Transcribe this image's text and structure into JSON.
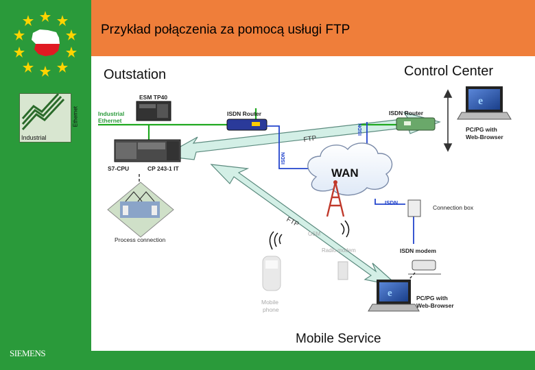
{
  "slide": {
    "title": "Przykład połączenia za pomocą usługi FTP",
    "brand": "SIEMENS",
    "industrial_logo": {
      "label": "Industrial",
      "vertical_label": "Ethernet"
    }
  },
  "diagram": {
    "outstation": "Outstation",
    "control_center": "Control Center",
    "mobile_service": "Mobile Service",
    "esm": "ESM TP40",
    "industrial_ethernet_1": "Industrial",
    "industrial_ethernet_2": "Ethernet",
    "isdn_router_left": "ISDN Router",
    "isdn_router_right": "ISDN Router",
    "s7cpu": "S7-CPU",
    "cp": "CP 243-1 IT",
    "ftp_top": "FTP",
    "ftp_bottom": "FTP",
    "isdn_a": "ISDN",
    "isdn_b": "ISDN",
    "isdn_c": "ISDN",
    "wan": "WAN",
    "gsm": "GSM",
    "radio_modem": "Radio modem",
    "connection_box": "Connection box",
    "isdn_modem": "ISDN modem",
    "pc_top_1": "PC/PG with",
    "pc_top_2": "Web-Browser",
    "pc_bottom_1": "PC/PG with",
    "pc_bottom_2": "Web-Browser",
    "process_connection": "Process connection",
    "mobile_phone_1": "Mobile",
    "mobile_phone_2": "phone"
  },
  "colors": {
    "green": "#2a9a3a",
    "orange": "#ef7e3a",
    "arrow_fill": "#d3efe6",
    "isdn_line": "#2244cc",
    "ethernet_line": "#1fa81f"
  }
}
